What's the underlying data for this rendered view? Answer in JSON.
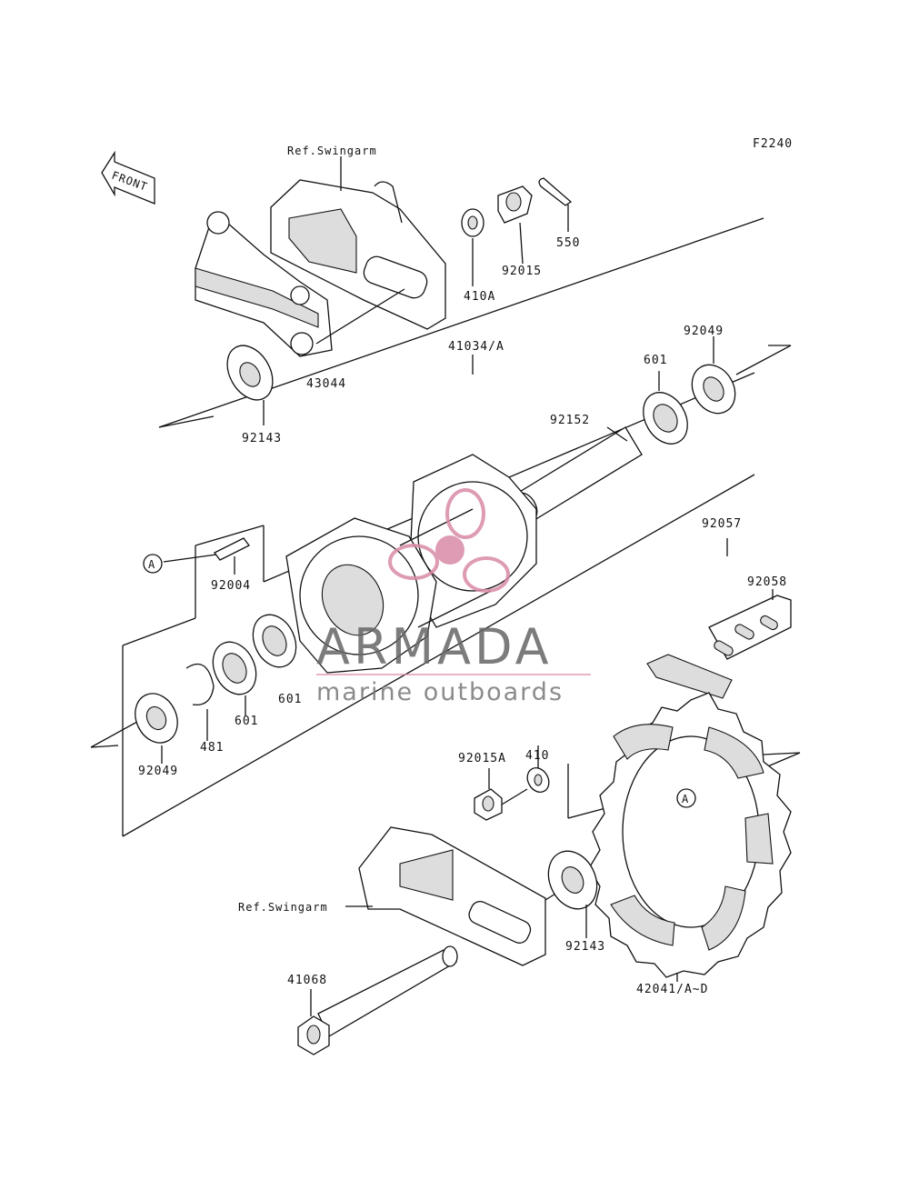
{
  "diagram": {
    "code": "F2240",
    "front_label": "FRONT",
    "callout_letter": "A",
    "ref_swingarm": "Ref.Swingarm",
    "parts": {
      "p550": "550",
      "p92015": "92015",
      "p410A": "410A",
      "p43044": "43044",
      "p92143_top": "92143",
      "p41034A": "41034/A",
      "p601_top": "601",
      "p92049_top": "92049",
      "p92152": "92152",
      "p92057": "92057",
      "p92058": "92058",
      "p92004": "92004",
      "p601_mid": "601",
      "p601_low": "601",
      "p481": "481",
      "p92049_low": "92049",
      "p410": "410",
      "p92015A": "92015A",
      "p92143_low": "92143",
      "p42041": "42041/A~D",
      "p41068": "41068"
    }
  },
  "watermark": {
    "brand": "ARMADA",
    "tagline": "marine outboards",
    "logo_colors": {
      "pink": "#d98aa8",
      "gray": "#666666"
    }
  }
}
